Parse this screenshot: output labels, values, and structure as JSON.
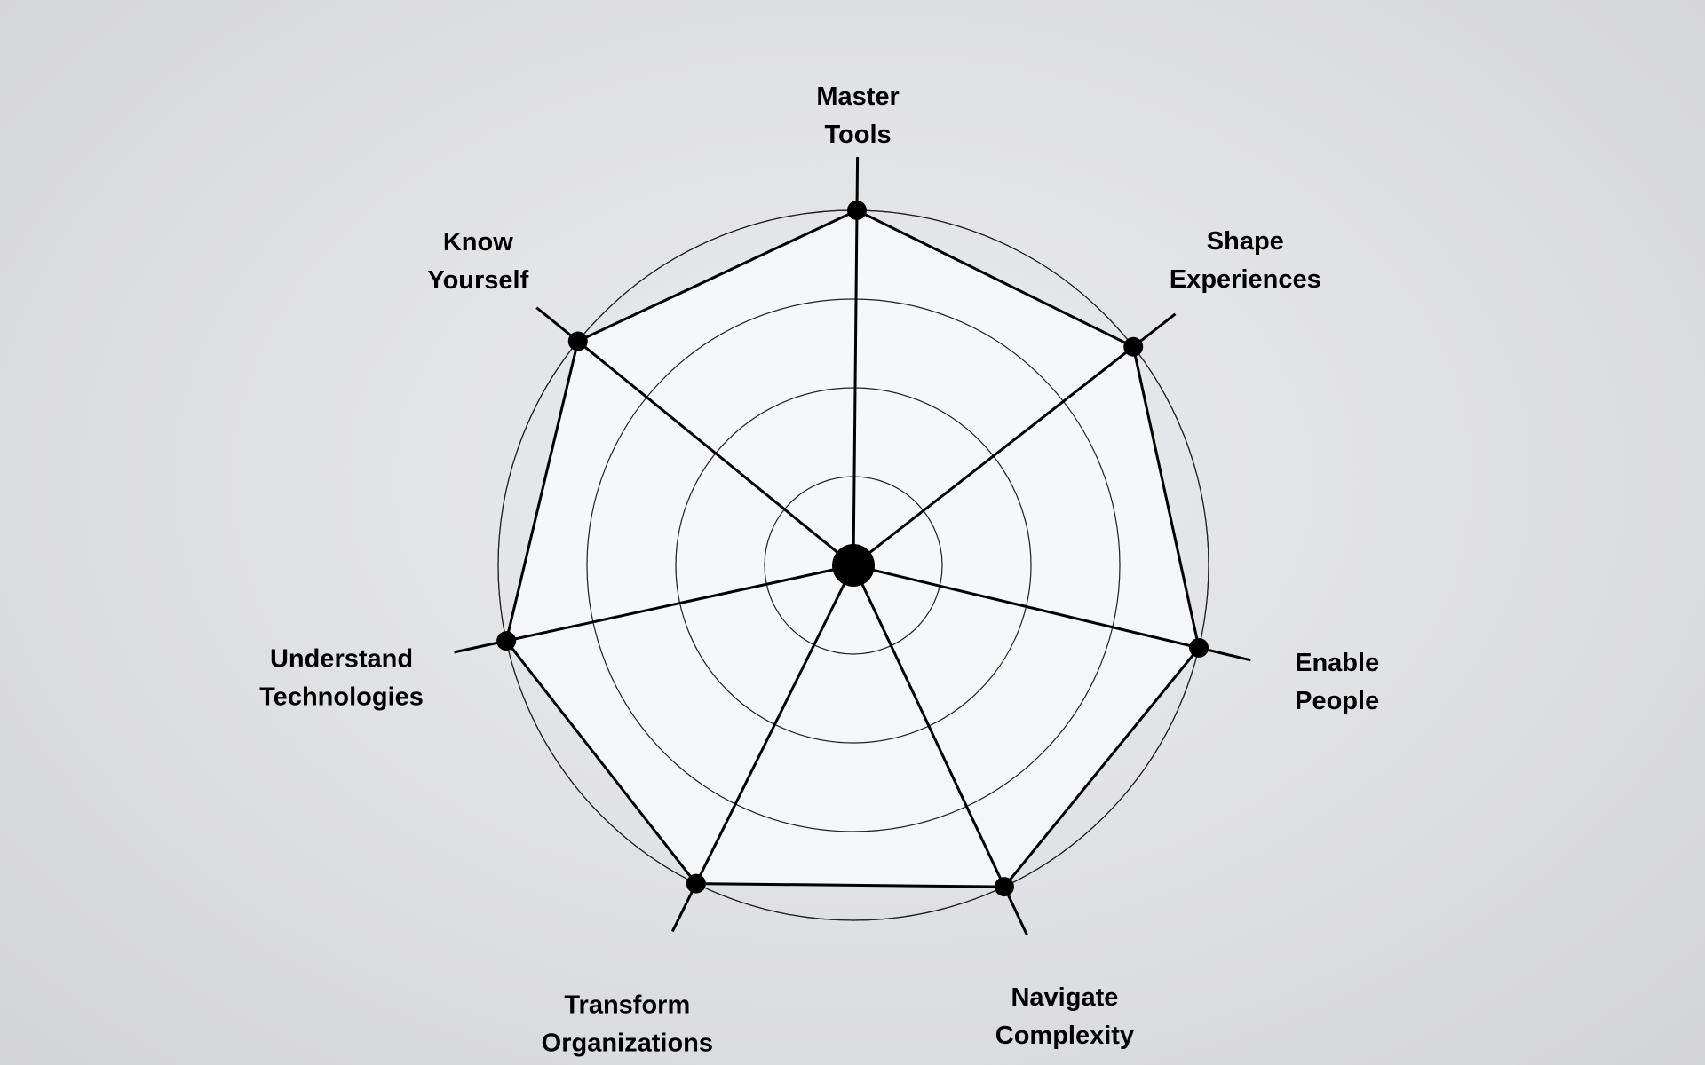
{
  "chart_data": {
    "type": "radar",
    "title": "",
    "axes": [
      "Master Tools",
      "Shape Experiences",
      "Enable People",
      "Navigate Complexity",
      "Transform Organizations",
      "Understand Technologies",
      "Know Yourself"
    ],
    "label_lines": [
      [
        "Master",
        "Tools"
      ],
      [
        "Shape",
        "Experiences"
      ],
      [
        "Enable",
        "People"
      ],
      [
        "Navigate",
        "Complexity"
      ],
      [
        "Transform",
        "Organizations"
      ],
      [
        "Understand",
        "Technologies"
      ],
      [
        "Know",
        "Yourself"
      ]
    ],
    "values": [
      4,
      4,
      4,
      4,
      4,
      4,
      4
    ],
    "range": [
      0,
      4
    ],
    "rings": [
      1,
      2,
      3,
      4
    ],
    "colors": {
      "fill": "#f8f9fb",
      "line": "#000000",
      "ring": "#222222"
    }
  }
}
